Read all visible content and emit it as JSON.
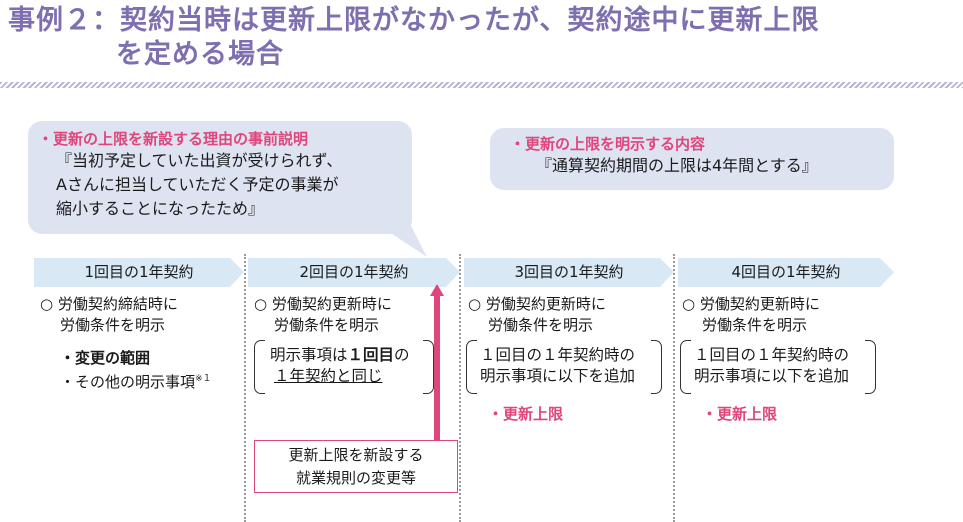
{
  "title": {
    "line1": "事例２：契約当時は更新上限がなかったが、契約途中に更新上限",
    "line2": "を定める場合"
  },
  "bubble_left": {
    "heading": "・更新の上限を新設する理由の事前説明",
    "lines": [
      "『当初予定していた出資が受けられず、",
      "Aさんに担当していただく予定の事業が",
      "縮小することになったため』"
    ]
  },
  "bubble_right": {
    "heading": "・更新の上限を明示する内容",
    "body": "『通算契約期間の上限は4年間とする』"
  },
  "colors": {
    "title": "#7d6fb0",
    "accent": "#e0457b",
    "header_fill": "#d8e9f5",
    "bubble_fill": "#dde3f1"
  },
  "columns": [
    {
      "header": "1回目の1年契約",
      "lines": [
        "○ 労働契約締結時に",
        "労働条件を明示"
      ],
      "items": [
        "・変更の範囲",
        "・その他の明示事項"
      ],
      "footnote": "※１"
    },
    {
      "header": "2回目の1年契約",
      "lines": [
        "○ 労働契約更新時に",
        "労働条件を明示"
      ],
      "box_line1_pre": "明示事項は",
      "box_line1_bold": "１回目",
      "box_line1_post": "の",
      "box_line2": "１年契約と同じ",
      "change_box": [
        "更新上限を新設する",
        "就業規則の変更等"
      ]
    },
    {
      "header": "3回目の1年契約",
      "lines": [
        "○ 労働契約更新時に",
        "労働条件を明示"
      ],
      "box_lines": [
        "１回目の１年契約時の",
        "明示事項に以下を追加"
      ],
      "highlight": "・更新上限"
    },
    {
      "header": "4回目の1年契約",
      "lines": [
        "○ 労働契約更新時に",
        "労働条件を明示"
      ],
      "box_lines": [
        "１回目の１年契約時の",
        "明示事項に以下を追加"
      ],
      "highlight": "・更新上限"
    }
  ]
}
